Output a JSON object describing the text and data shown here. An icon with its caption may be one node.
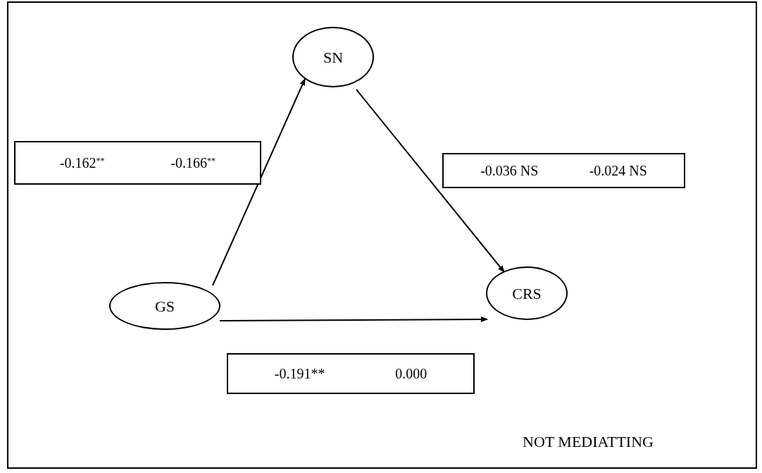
{
  "diagram": {
    "nodes": [
      {
        "text": [
          "SN"
        ]
      },
      {
        "text": [
          "-0.162$^{**}$",
          "-0.166$^{**}$"
        ]
      },
      {
        "text": [
          "-0.036 NS",
          "-0.024 NS"
        ]
      },
      {
        "text": [
          "GS"
        ]
      },
      {
        "text": [
          "CRS"
        ]
      },
      {
        "text": [
          "-0.191**",
          "0.000"
        ]
      }
    ],
    "edges": [
      {
        "from": 3,
        "to": 0,
        "arrow": "to"
      },
      {
        "from": 0,
        "to": 4,
        "arrow": "to"
      },
      {
        "from": 3,
        "to": 4,
        "arrow": "to"
      }
    ],
    "labels": [
      "NOT MEDIATTING"
    ]
  }
}
